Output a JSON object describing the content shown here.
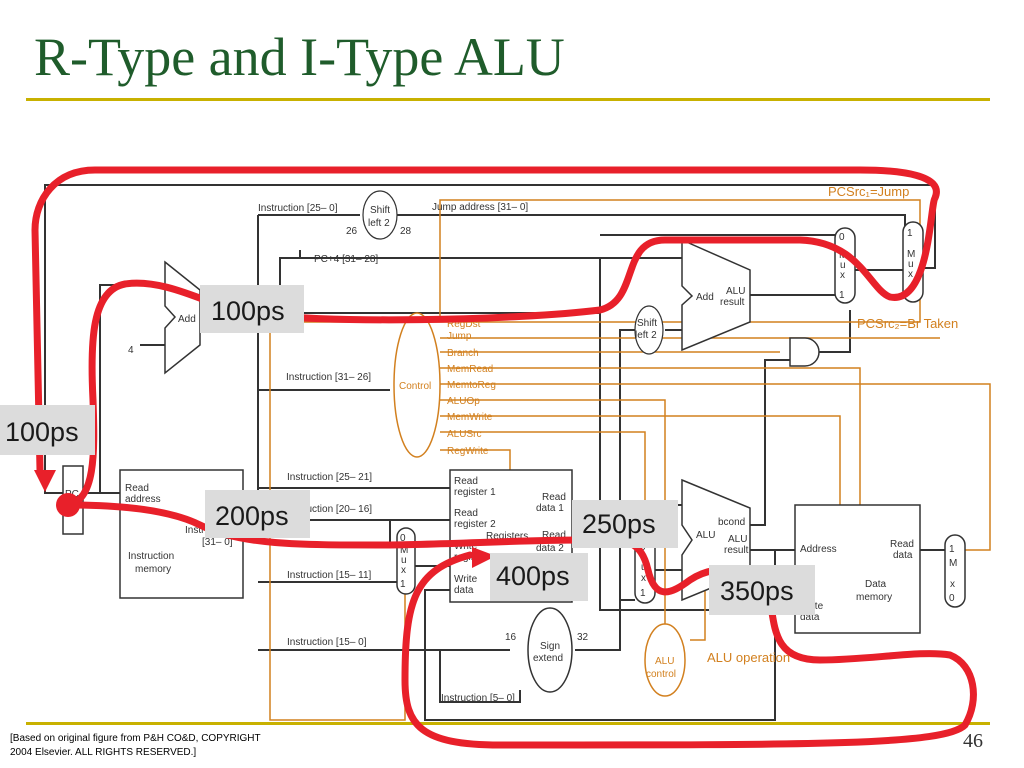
{
  "slide": {
    "title": "R-Type and I-Type ALU",
    "slide_number": "46",
    "credit_line1": "[Based on original figure from P&H CO&D, COPYRIGHT",
    "credit_line2": "2004 Elsevier. ALL RIGHTS RESERVED.]"
  },
  "colors": {
    "title": "#1f5c2b",
    "rule": "#c8b100",
    "wire": "#333333",
    "control": "#d2801f",
    "path": "#e8202a",
    "callout_bg": "#dcdcdc"
  },
  "annotations": {
    "pcsrc1": "PCSrc₁=Jump",
    "pcsrc2": "PCSrc₂=Br Taken",
    "alu_operation": "ALU operation"
  },
  "callouts": {
    "c1": "100ps",
    "c2": "100ps",
    "c3": "200ps",
    "c4": "250ps",
    "c5": "400ps",
    "c6": "350ps"
  },
  "components": {
    "shift_top_1": "Shift",
    "shift_top_2": "left 2",
    "shift_mid_1": "Shift",
    "shift_mid_2": "left 2",
    "add_pc": "Add",
    "add_branch": "Add",
    "alu_result_1": "ALU",
    "alu_result_2": "result",
    "control": "Control",
    "pc": "PC",
    "im_read_1": "Read",
    "im_read_2": "address",
    "im_instr_1": "Instruction",
    "im_instr_2": "[31– 0]",
    "im_name_1": "Instruction",
    "im_name_2": "memory",
    "reg_rr1_1": "Read",
    "reg_rr1_2": "register 1",
    "reg_rr2_1": "Read",
    "reg_rr2_2": "register 2",
    "reg_wr_1": "Write",
    "reg_wr_2": "register",
    "reg_wd_1": "Write",
    "reg_wd_2": "data",
    "reg_rd1_1": "Read",
    "reg_rd1_2": "data 1",
    "reg_rd2_1": "Read",
    "reg_rd2_2": "data 2",
    "registers": "Registers",
    "sign_1": "Sign",
    "sign_2": "extend",
    "alu": "ALU",
    "alu_main_1": "ALU",
    "alu_main_2": "result",
    "bcond": "bcond",
    "alu_ctl_1": "ALU",
    "alu_ctl_2": "control",
    "dm_addr": "Address",
    "dm_read_1": "Read",
    "dm_read_2": "data",
    "dm_write_1": "Write",
    "dm_write_2": "data",
    "dm_name_1": "Data",
    "dm_name_2": "memory",
    "mux_m": "M",
    "mux_u": "u",
    "mux_x": "x",
    "mux_0": "0",
    "mux_1": "1"
  },
  "wire_labels": {
    "instr_25_0": "Instruction [25– 0]",
    "jump_addr": "Jump address [31– 0]",
    "n26": "26",
    "n28": "28",
    "pc4": "PC+4 [31– 28]",
    "four": "4",
    "instr_31_26": "Instruction [31– 26]",
    "instr_25_21": "Instruction [25– 21]",
    "instr_20_16": "Instruction [20– 16]",
    "instr_15_11": "Instruction [15– 11]",
    "instr_15_0": "Instruction [15– 0]",
    "instr_5_0": "Instruction [5– 0]",
    "n16": "16",
    "n32": "32"
  },
  "control_signals": [
    "RegDst",
    "Jump",
    "Branch",
    "MemRead",
    "MemtoReg",
    "ALUOp",
    "MemWrite",
    "ALUSrc",
    "RegWrite"
  ]
}
